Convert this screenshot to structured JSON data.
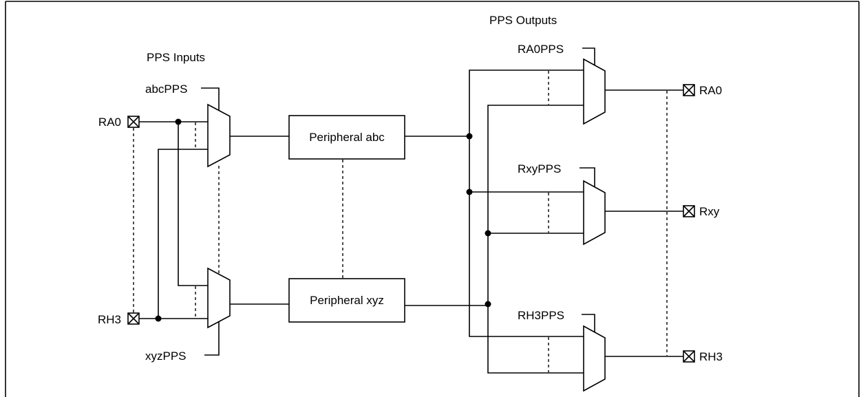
{
  "diagram": {
    "inputs_title": "PPS Inputs",
    "outputs_title": "PPS Outputs",
    "input_pins": [
      "RA0",
      "RH3"
    ],
    "input_selects": [
      "abcPPS",
      "xyzPPS"
    ],
    "peripherals": [
      "Peripheral abc",
      "Peripheral xyz"
    ],
    "output_selects": [
      "RA0PPS",
      "RxyPPS",
      "RH3PPS"
    ],
    "output_pins": [
      "RA0",
      "Rxy",
      "RH3"
    ]
  }
}
